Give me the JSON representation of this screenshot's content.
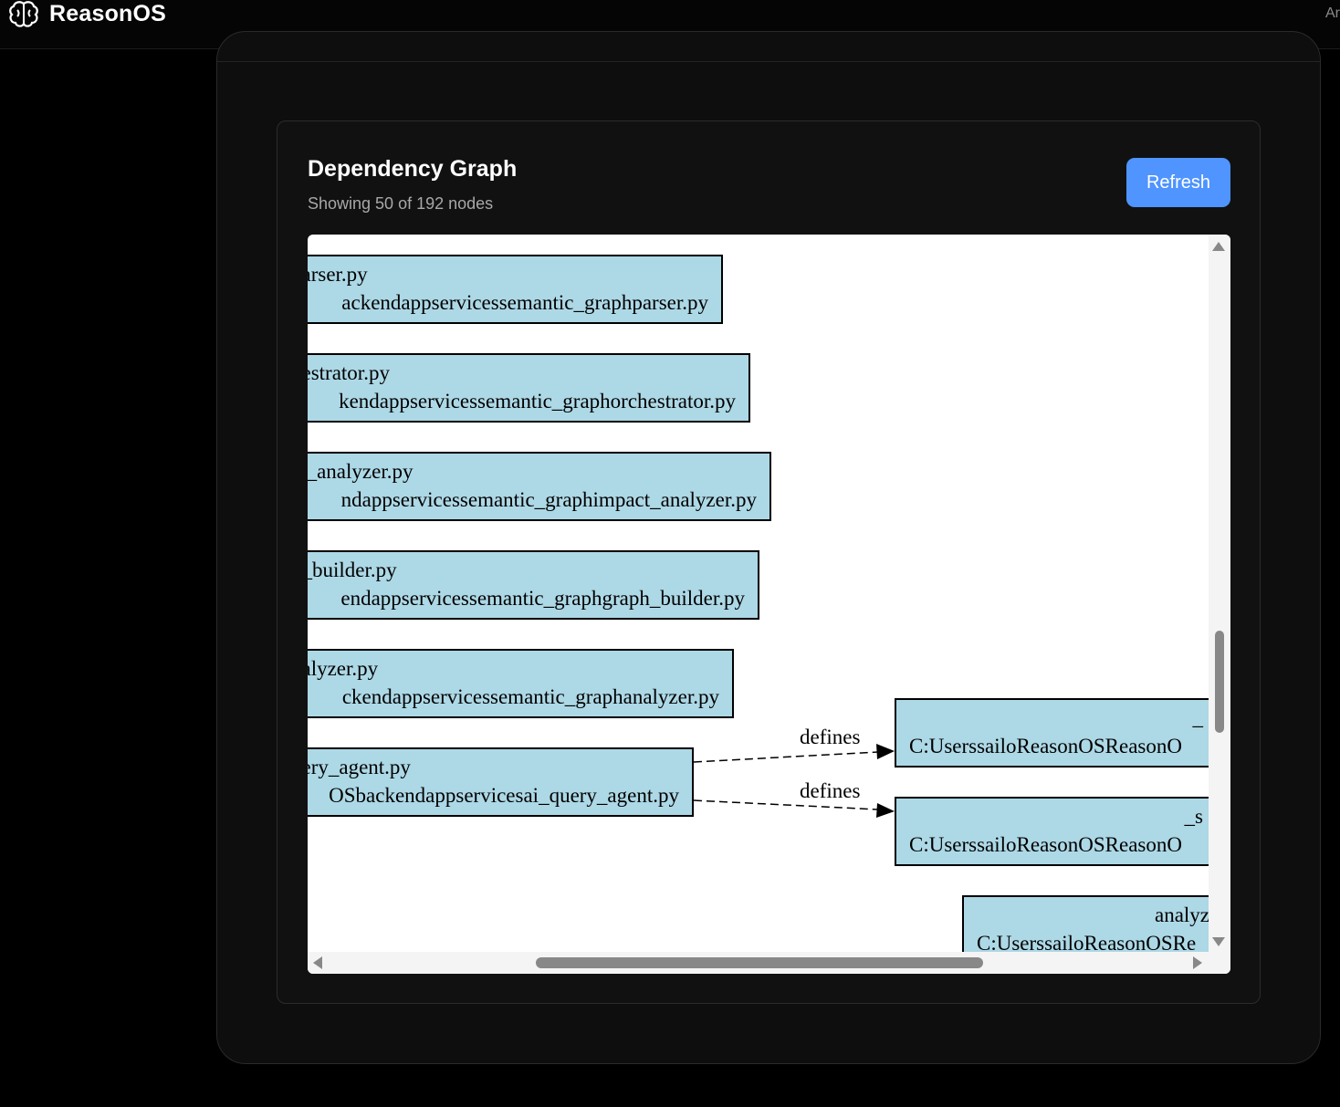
{
  "app": {
    "name": "ReasonOS",
    "topbar_right_text": "Ar"
  },
  "card": {
    "title": "Dependency Graph",
    "subtitle": "Showing 50 of 192 nodes",
    "refresh_label": "Refresh"
  },
  "graph": {
    "nodes": [
      {
        "line1": "parser.py",
        "line2": "ackendappservicessemantic_graphparser.py"
      },
      {
        "line1": "hestrator.py",
        "line2": "kendappservicessemantic_graphorchestrator.py"
      },
      {
        "line1": "ct_analyzer.py",
        "line2": "ndappservicessemantic_graphimpact_analyzer.py"
      },
      {
        "line1": "h_builder.py",
        "line2": "endappservicessemantic_graphgraph_builder.py"
      },
      {
        "line1": "nalyzer.py",
        "line2": "ckendappservicessemantic_graphanalyzer.py"
      },
      {
        "line1": "uery_agent.py",
        "line2": "OSbackendappservicesai_query_agent.py"
      },
      {
        "line1": "_",
        "line2": "C:UserssailoReasonOSReasonO"
      },
      {
        "line1": "_s",
        "line2": "C:UserssailoReasonOSReasonO"
      },
      {
        "line1": "analyz",
        "line2": "C:UserssailoReasonOSRe"
      }
    ],
    "edges": [
      {
        "label": "defines"
      },
      {
        "label": "defines"
      }
    ]
  },
  "colors": {
    "node_fill": "#add8e6",
    "accent": "#4f94ff",
    "background": "#000000",
    "panel": "#0e0e0e"
  }
}
